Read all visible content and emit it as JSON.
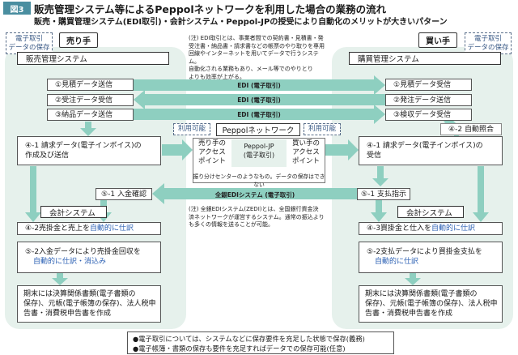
{
  "figure_label": "図3",
  "title": "販売管理システム等によるPeppolネットワークを利用した場合の業務の流れ",
  "subtitle": "販売・購買管理システム(EDI取引)・会計システム・Peppol-JPの授受により自動化のメリットが大きいパターン",
  "seller": {
    "storage_tag": [
      "電子取引",
      "データの保存"
    ],
    "role": "売り手",
    "system": "販売管理システム",
    "steps": [
      "①見積データ送信",
      "②受注データ受信",
      "③納品データ送信"
    ],
    "invoice": [
      "④-1 請求データ(電子インボイス)の",
      "作成及び送信"
    ],
    "receipt": "⑤-1 入金確認",
    "accounting": {
      "title": "会計システム",
      "item1_pre": "④-2売掛金と売上を",
      "item1_auto": "自動的に仕訳",
      "item2_line1": "⑤-2入金データにより売掛金回収を",
      "item2_auto": "自動的に仕訳・消込み",
      "closing": [
        "期末には決算関係書類(電子書類の",
        "保存)、元帳(電子帳簿の保存)、法人税申",
        "告書・消費税申告書を作成"
      ]
    }
  },
  "buyer": {
    "storage_tag": [
      "電子取引",
      "データの保存"
    ],
    "role": "買い手",
    "system": "購買管理システム",
    "steps": [
      "①見積データ受信",
      "②発注データ送信",
      "③検収データ受信"
    ],
    "auto_match": "④-2 自動照合",
    "invoice": [
      "④-1 請求データ(電子インボイス)の",
      "受信"
    ],
    "payment": "⑤-1 支払指示",
    "accounting": {
      "title": "会計システム",
      "item1_pre": "④-3買掛金と仕入を",
      "item1_auto": "自動的に仕訳",
      "item2_line1": "⑤-2支払データにより買掛金支払を",
      "item2_auto": "自動的に仕訳",
      "closing": [
        "期末には決算関係書類(電子書類の",
        "保存)、元帳(電子帳簿の保存)、法人税申",
        "告書・消費税申告書を作成"
      ]
    }
  },
  "note_edi": [
    "(注) EDI取引とは、事業者間での契約書・見積書・発",
    "受注書・納品書・請求書などの帳票のやり取りを専用",
    "回線やインターネットを用いてデータで行うシステム。",
    "自動化される業務もあり、メール等でのやりとり",
    "よりも効率が上がる。"
  ],
  "edi_label": "EDI (電子取引)",
  "peppol": {
    "title": "Peppolネットワーク",
    "available": "利用可能",
    "seller_ap": [
      "売り手の",
      "アクセス",
      "ポイント"
    ],
    "pj": [
      "Peppol-JP",
      "(電子取引)"
    ],
    "buyer_ap": [
      "買い手の",
      "アクセス",
      "ポイント"
    ],
    "caption": "振り分けセンターのようなもの。データの保存はできない"
  },
  "zengin_label": "全銀EDIシステム (電子取引)",
  "note_zengin": [
    "(注) 全銀EDIシステム(ZEDI)とは、全国銀行資金決",
    "済ネットワークが運営するシステム。通常の振込より",
    "も多くの情報を送ることが可能。"
  ],
  "bullets": [
    "●電子取引については、システムなどに保存要件を充足した状態で保存(義務)",
    "●電子帳簿・書類の保存も要件を充足すればデータでの保存可能(任意)"
  ],
  "colors": {
    "panel": "#e6f1ec",
    "arrow": "#8ecfc0",
    "accent": "#4a8ea0",
    "auto_text": "#2e62b4"
  }
}
